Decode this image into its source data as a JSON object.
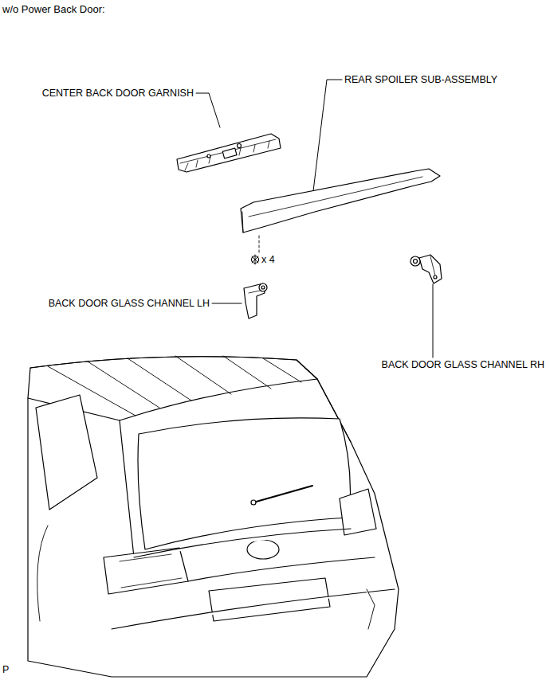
{
  "diagram": {
    "title": "w/o Power Back Door:",
    "labels": [
      "CENTER BACK DOOR GARNISH",
      "REAR SPOILER SUB-ASSEMBLY",
      "x 4",
      "BACK DOOR GLASS CHANNEL LH",
      "BACK DOOR GLASS CHANNEL RH",
      "P"
    ]
  }
}
